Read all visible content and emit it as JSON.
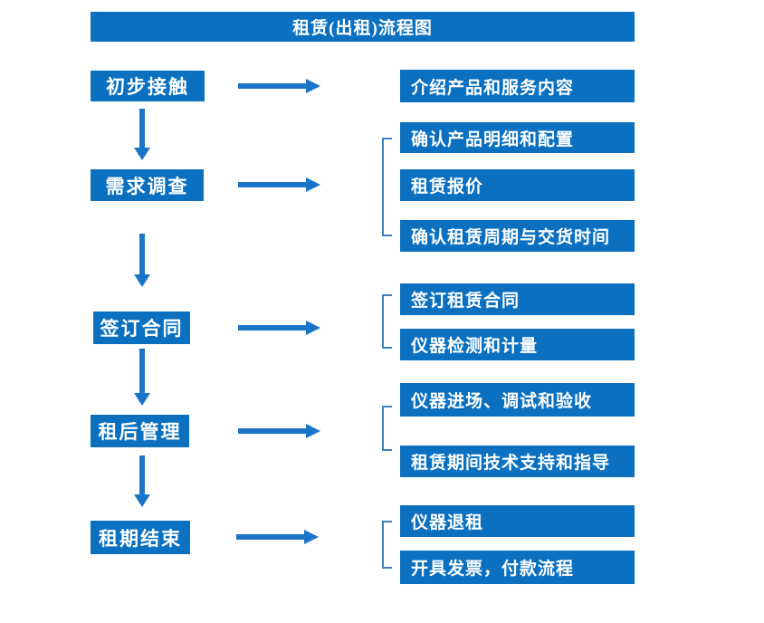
{
  "title": "租赁(出租)流程图",
  "colors": {
    "box_blue": "#0b70c0",
    "arrow_blue": "#1a75c8",
    "bracket_blue": "#3d7fc1",
    "text": "#ffffff",
    "background": "#ffffff"
  },
  "flow": [
    {
      "step": "初步接触",
      "details": [
        "介绍产品和服务内容"
      ]
    },
    {
      "step": "需求调查",
      "details": [
        "确认产品明细和配置",
        "租赁报价",
        "确认租赁周期与交货时间"
      ]
    },
    {
      "step": "签订合同",
      "details": [
        "签订租赁合同",
        "仪器检测和计量"
      ]
    },
    {
      "step": "租后管理",
      "details": [
        "仪器进场、调试和验收",
        "租赁期间技术支持和指导"
      ]
    },
    {
      "step": "租期结束",
      "details": [
        "仪器退租",
        "开具发票，付款流程"
      ]
    }
  ]
}
